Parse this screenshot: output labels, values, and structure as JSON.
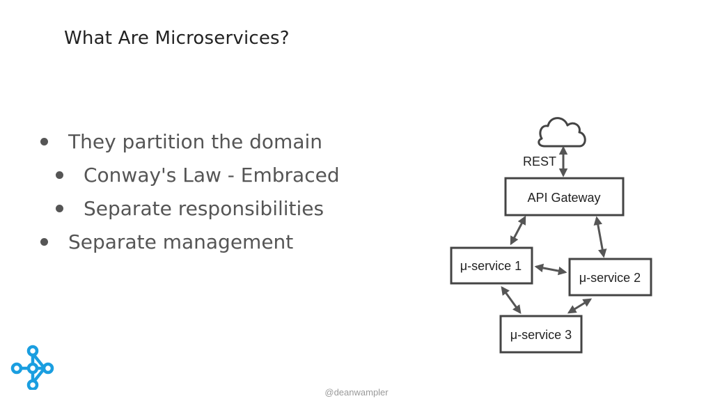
{
  "title": "What Are Microservices?",
  "bullets": [
    {
      "text": "They partition the domain",
      "level": 0
    },
    {
      "text": "Conway's Law - Embraced",
      "level": 1
    },
    {
      "text": "Separate responsibilities",
      "level": 1
    },
    {
      "text": "Separate management",
      "level": 0
    }
  ],
  "diagram": {
    "cloud_icon": "cloud-icon",
    "rest_label": "REST",
    "gateway_label": "API Gateway",
    "service1_label": "μ-service 1",
    "service2_label": "μ-service 2",
    "service3_label": "μ-service 3"
  },
  "footer": "@deanwampler",
  "logo_icon": "network-node-icon",
  "colors": {
    "logo": "#1a9ee0",
    "text": "#555555",
    "diagram_stroke": "#444444"
  }
}
